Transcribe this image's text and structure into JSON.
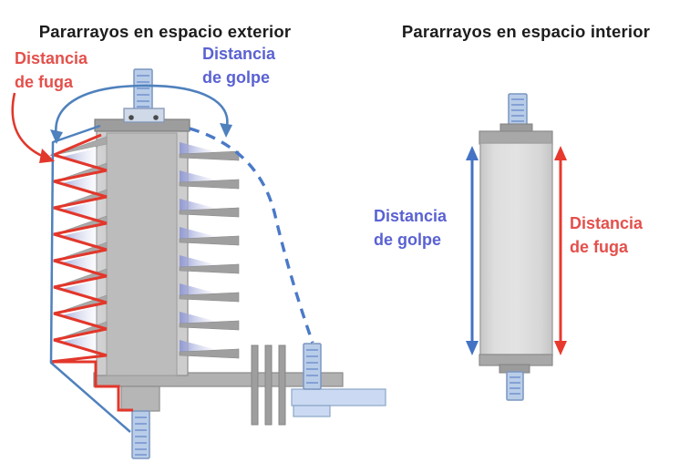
{
  "left_panel": {
    "title": "Pararrayos en espacio exterior",
    "creepage_label": {
      "line1": "Distancia",
      "line2": "de fuga"
    },
    "strike_label": {
      "line1": "Distancia",
      "line2": "de golpe"
    }
  },
  "right_panel": {
    "title": "Pararrayos en espacio interior",
    "strike_label": {
      "line1": "Distancia",
      "line2": "de golpe"
    },
    "creepage_label": {
      "line1": "Distancia",
      "line2": "de fuga"
    }
  },
  "colors": {
    "creepage_red": "#e2372b",
    "creepage_text_red": "#e4504b",
    "strike_text_blue": "#5a62d2",
    "strike_line_blue": "#4f81bd",
    "strike_dash_blue": "#4a79c8",
    "arrow_blue": "#4472c4",
    "arrow_red": "#e8392e",
    "title_color": "#1c1c1c"
  }
}
